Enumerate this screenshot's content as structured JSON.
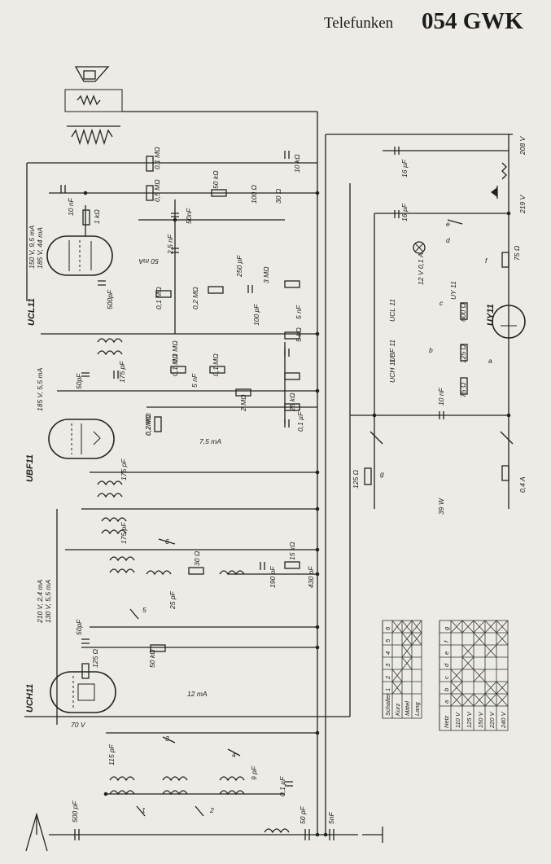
{
  "header": {
    "brand": "Telefunken",
    "model": "054 GWK"
  },
  "tubes": {
    "ucl11": "UCL11",
    "ubf11": "UBF11",
    "uch11": "UCH11",
    "uy11": "UY11"
  },
  "tube_box_labels": [
    "UCL 11",
    "UBF 11",
    "UCH 11",
    "UY 11"
  ],
  "operating_points": [
    "150 V, 9,5 mA",
    "185 V, 44 mA",
    "185 V, 5,5 mA",
    "210 V, 2,4 mA",
    "130 V, 5,5 mA",
    "70 V",
    "50 mA",
    "7,5 mA",
    "12 mA"
  ],
  "supply": {
    "v208": "208 V",
    "v219": "219 V",
    "lamp": "12 V 0,1 A",
    "power": "39 W",
    "fuse": "0,4 A"
  },
  "components": [
    "0,1 MΩ",
    "0,5 MΩ",
    "50 kΩ",
    "10 nF",
    "1 kΩ",
    "50nF",
    "100 Ω",
    "30 Ω",
    "16 µF",
    "16 µF",
    "10 kΩ",
    "2,5 nF",
    "500pF",
    "250 pF",
    "3 MΩ",
    "0,1 MΩ",
    "0,2 MΩ",
    "100 pF",
    "5 nF",
    "5 kΩ",
    "0,1 MΩ",
    "50pF",
    "175 pF",
    "0,1 MΩ",
    "0,1 MΩ",
    "5 nF",
    "2 MΩ",
    "0,2 MΩ",
    "25 kΩ",
    "0,1 µF",
    "0,2MΩ",
    "175 pF",
    "175 pF",
    "15 kΩ",
    "30 Ω",
    "190 pF",
    "430 pF",
    "25 pF",
    "50pF",
    "125 Ω",
    "50 kΩ",
    "115 pF",
    "9 pF",
    "0,1 µF",
    "500 pF",
    "50 pF",
    "5nF",
    "10 nF",
    "600 Ω",
    "125 Ω",
    "75 Ω",
    "75 Ω",
    "125 Ω"
  ],
  "switch_labels": [
    "1",
    "2",
    "3",
    "4",
    "5",
    "6",
    "a",
    "b",
    "c",
    "d",
    "e",
    "f",
    "g"
  ],
  "table_switch": {
    "header": [
      "Schalter",
      "1",
      "2",
      "3",
      "4",
      "5",
      "6"
    ],
    "rows": [
      "Kurz",
      "Mittel",
      "Lang"
    ]
  },
  "table_netz": {
    "header": [
      "Netz",
      "a",
      "b",
      "c",
      "d",
      "e",
      "f",
      "g"
    ],
    "rows": [
      "110 V",
      "125 V",
      "150 V",
      "220 V",
      "240 V"
    ]
  }
}
